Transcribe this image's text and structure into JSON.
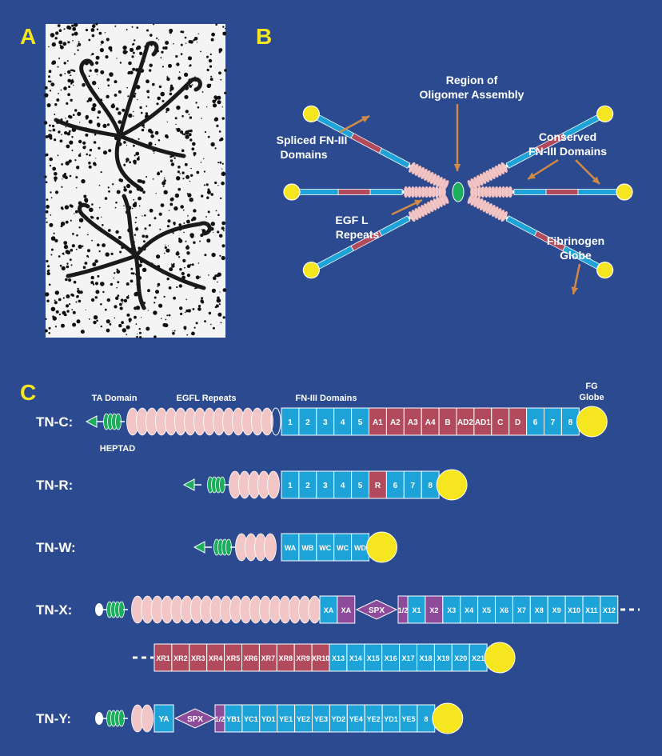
{
  "colors": {
    "background": "#2b4a8f",
    "fn3_conserved": "#1da3d8",
    "fn3_spliced": "#b04a5c",
    "special": "#8d4b9a",
    "egfl": "#f2c6c6",
    "heptad": "#1cae5c",
    "globe": "#f5e61f",
    "arrow": "#d08a46",
    "panel_label": "#f5e61f",
    "text": "#ffffff"
  },
  "panels": {
    "a": {
      "label": "A"
    },
    "b": {
      "label": "B",
      "annotations": {
        "oligomer": [
          "Region of",
          "Oligomer Assembly"
        ],
        "spliced": [
          "Spliced FN-III",
          "Domains"
        ],
        "conserved": [
          "Conserved",
          "FN-III Domains"
        ],
        "egfl": [
          "EGF L",
          "Repeats"
        ],
        "fibrinogen": [
          "Fibrinogen",
          "Globe"
        ]
      }
    },
    "c": {
      "label": "C",
      "headers": {
        "ta": "TA Domain",
        "egfl": "EGFL Repeats",
        "fn3": "FN-III Domains",
        "fg": [
          "FG",
          "Globe"
        ],
        "heptad": "HEPTAD"
      },
      "rows": [
        {
          "name": "TN-C:",
          "domains": [
            {
              "label": "1",
              "kind": "c"
            },
            {
              "label": "2",
              "kind": "c"
            },
            {
              "label": "3",
              "kind": "c"
            },
            {
              "label": "4",
              "kind": "c"
            },
            {
              "label": "5",
              "kind": "c"
            },
            {
              "label": "A1",
              "kind": "s"
            },
            {
              "label": "A2",
              "kind": "s"
            },
            {
              "label": "A3",
              "kind": "s"
            },
            {
              "label": "A4",
              "kind": "s"
            },
            {
              "label": "B",
              "kind": "s"
            },
            {
              "label": "AD2",
              "kind": "s"
            },
            {
              "label": "AD1",
              "kind": "s"
            },
            {
              "label": "C",
              "kind": "s"
            },
            {
              "label": "D",
              "kind": "s"
            },
            {
              "label": "6",
              "kind": "c"
            },
            {
              "label": "7",
              "kind": "c"
            },
            {
              "label": "8",
              "kind": "c"
            }
          ]
        },
        {
          "name": "TN-R:",
          "domains": [
            {
              "label": "1",
              "kind": "c"
            },
            {
              "label": "2",
              "kind": "c"
            },
            {
              "label": "3",
              "kind": "c"
            },
            {
              "label": "4",
              "kind": "c"
            },
            {
              "label": "5",
              "kind": "c"
            },
            {
              "label": "R",
              "kind": "s"
            },
            {
              "label": "6",
              "kind": "c"
            },
            {
              "label": "7",
              "kind": "c"
            },
            {
              "label": "8",
              "kind": "c"
            }
          ]
        },
        {
          "name": "TN-W:",
          "domains": [
            {
              "label": "WA",
              "kind": "c"
            },
            {
              "label": "WB",
              "kind": "c"
            },
            {
              "label": "WC",
              "kind": "c"
            },
            {
              "label": "WC",
              "kind": "c"
            },
            {
              "label": "WD",
              "kind": "c"
            }
          ]
        },
        {
          "name": "TN-X:",
          "domains_pre": [
            {
              "label": "XA",
              "kind": "c"
            },
            {
              "label": "XA",
              "kind": "p"
            }
          ],
          "spx": "SPX",
          "half": "1/2",
          "domains_post": [
            {
              "label": "X1",
              "kind": "c"
            },
            {
              "label": "X2",
              "kind": "p"
            },
            {
              "label": "X3",
              "kind": "c"
            },
            {
              "label": "X4",
              "kind": "c"
            },
            {
              "label": "X5",
              "kind": "c"
            },
            {
              "label": "X6",
              "kind": "c"
            },
            {
              "label": "X7",
              "kind": "c"
            },
            {
              "label": "X8",
              "kind": "c"
            },
            {
              "label": "X9",
              "kind": "c"
            },
            {
              "label": "X10",
              "kind": "c"
            },
            {
              "label": "X11",
              "kind": "c"
            },
            {
              "label": "X12",
              "kind": "c"
            }
          ],
          "domains_cont": [
            {
              "label": "XR1",
              "kind": "s"
            },
            {
              "label": "XR2",
              "kind": "s"
            },
            {
              "label": "XR3",
              "kind": "s"
            },
            {
              "label": "XR4",
              "kind": "s"
            },
            {
              "label": "XR5",
              "kind": "s"
            },
            {
              "label": "XR6",
              "kind": "s"
            },
            {
              "label": "XR7",
              "kind": "s"
            },
            {
              "label": "XR8",
              "kind": "s"
            },
            {
              "label": "XR9",
              "kind": "s"
            },
            {
              "label": "XR10",
              "kind": "s"
            },
            {
              "label": "X13",
              "kind": "c"
            },
            {
              "label": "X14",
              "kind": "c"
            },
            {
              "label": "X15",
              "kind": "c"
            },
            {
              "label": "X16",
              "kind": "c"
            },
            {
              "label": "X17",
              "kind": "c"
            },
            {
              "label": "X18",
              "kind": "c"
            },
            {
              "label": "X19",
              "kind": "c"
            },
            {
              "label": "X20",
              "kind": "c"
            },
            {
              "label": "X21",
              "kind": "c"
            }
          ]
        },
        {
          "name": "TN-Y:",
          "domains_pre": [
            {
              "label": "YA",
              "kind": "c"
            }
          ],
          "spx": "SPX",
          "half": "1/2",
          "domains_post": [
            {
              "label": "YB1",
              "kind": "c"
            },
            {
              "label": "YC1",
              "kind": "c"
            },
            {
              "label": "YD1",
              "kind": "c"
            },
            {
              "label": "YE1",
              "kind": "c"
            },
            {
              "label": "YE2",
              "kind": "c"
            },
            {
              "label": "YE3",
              "kind": "c"
            },
            {
              "label": "YD2",
              "kind": "c"
            },
            {
              "label": "YE4",
              "kind": "c"
            },
            {
              "label": "YE2",
              "kind": "c"
            },
            {
              "label": "YD1",
              "kind": "c"
            },
            {
              "label": "YE5",
              "kind": "c"
            },
            {
              "label": "8",
              "kind": "c"
            }
          ]
        }
      ]
    }
  }
}
